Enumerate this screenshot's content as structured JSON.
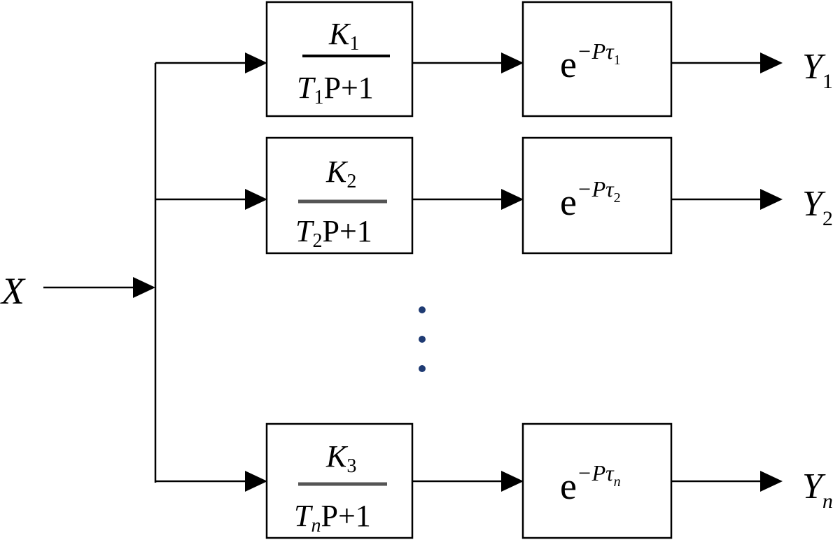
{
  "input": {
    "letter": "X"
  },
  "branches": [
    {
      "gain": {
        "main": "K",
        "sub": "1"
      },
      "denominator": {
        "T": "T",
        "T_sub": "1",
        "rest": "P+1"
      },
      "delay": {
        "base": "e",
        "sup_main": "−Pτ",
        "sup_sub": "1"
      },
      "output": {
        "letter": "Y",
        "sub": "1"
      }
    },
    {
      "gain": {
        "main": "K",
        "sub": "2"
      },
      "denominator": {
        "T": "T",
        "T_sub": "2",
        "rest": "P+1"
      },
      "delay": {
        "base": "e",
        "sup_main": "−Pτ",
        "sup_sub": "2"
      },
      "output": {
        "letter": "Y",
        "sub": "2"
      }
    },
    {
      "gain": {
        "main": "K",
        "sub": "3"
      },
      "denominator": {
        "T": "T",
        "T_sub": "n",
        "rest": "P+1"
      },
      "delay": {
        "base": "e",
        "sup_main": "−Pτ",
        "sup_sub": "n"
      },
      "output": {
        "letter": "Y",
        "sub": "n"
      }
    }
  ],
  "ellipsis_dots": 3
}
